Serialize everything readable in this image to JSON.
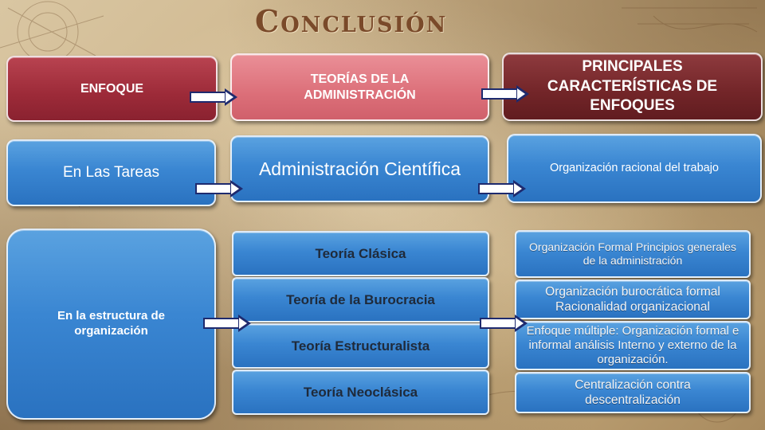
{
  "title": "Conclusión",
  "headers": {
    "enfoque": "ENFOQUE",
    "teorias": "TEORÍAS DE LA ADMINISTRACIÓN",
    "caracteristicas": "PRINCIPALES CARACTERÍSTICAS DE ENFOQUES"
  },
  "row1": {
    "enfoque": "En Las Tareas",
    "teoria": "Administración Científica",
    "caracteristica": "Organización racional del trabajo"
  },
  "row2": {
    "enfoque": "En la estructura de organización",
    "teorias": [
      "Teoría Clásica",
      "Teoría de la Burocracia",
      "Teoría Estructuralista",
      "Teoría Neoclásica"
    ],
    "caracteristicas": [
      "Organización Formal Principios generales de la administración",
      "Organización burocrática formal Racionalidad organizacional",
      "Enfoque múltiple: Organización formal e informal análisis Interno y externo de la organización.",
      "Centralización contra descentralización"
    ]
  },
  "colors": {
    "title": "#7a4a2a",
    "blue": "#3a86d2",
    "red_dark": "#9c2a38",
    "red_pink": "#dc6f79",
    "red_maroon": "#722528",
    "arrow_outline": "#1e2a6e"
  }
}
